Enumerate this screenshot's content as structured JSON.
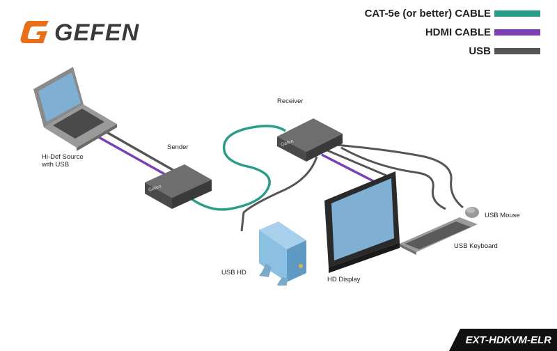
{
  "brand": {
    "logo_text": "GEFEN",
    "logo_color": "#e8701a"
  },
  "legend": [
    {
      "label": "CAT-5e (or better) CABLE",
      "color": "#2a9d8a"
    },
    {
      "label": "HDMI CABLE",
      "color": "#7b3fb5"
    },
    {
      "label": "USB",
      "color": "#555555"
    }
  ],
  "devices": {
    "source": "Hi-Def Source\nwith USB",
    "sender": "Sender",
    "receiver": "Receiver",
    "usb_hd": "USB HD",
    "display": "HD Display",
    "mouse": "USB Mouse",
    "keyboard": "USB Keyboard",
    "box_brand": "Gefen"
  },
  "model": "EXT-HDKVM-ELR"
}
